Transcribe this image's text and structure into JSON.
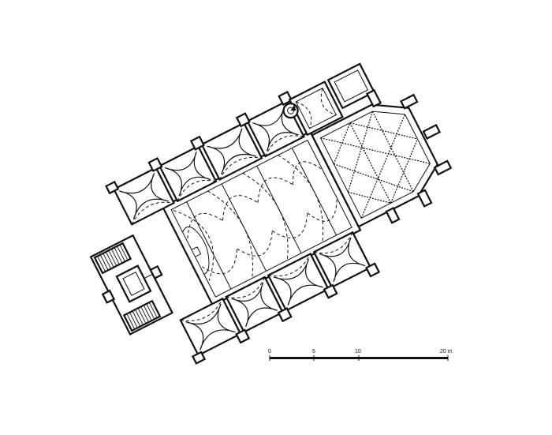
{
  "scale_bar": {
    "labels": [
      "0",
      "5",
      "10",
      "20 m"
    ]
  }
}
